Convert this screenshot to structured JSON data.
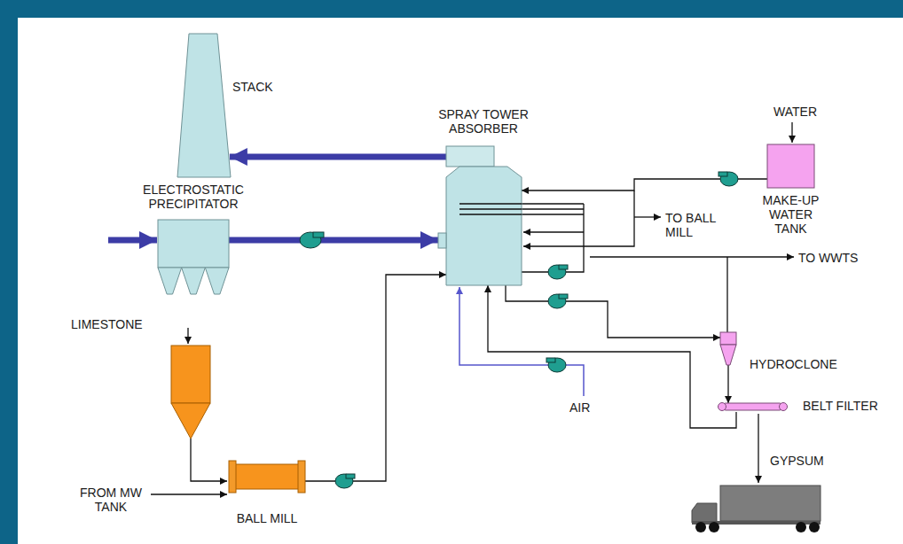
{
  "diagram": {
    "nodes": [
      {
        "text": [
          "STACK"
        ]
      },
      {
        "text": [
          "SPRAY TOWER ABSORBER"
        ]
      },
      {
        "text": [
          "MAKE-UP WATER TANK"
        ]
      },
      {
        "text": [
          "ELECTROSTATIC PRECIPITATOR"
        ]
      },
      {
        "text": [
          "HYDROCLONE"
        ]
      },
      {
        "text": [
          "BELT FILTER"
        ]
      },
      {
        "text": [
          "BALL MILL"
        ]
      }
    ],
    "edges": [
      {
        "from": 1,
        "to": 0,
        "arrow": "to"
      },
      {
        "from": 2,
        "to": 1,
        "arrow": "to"
      },
      {
        "from": 3,
        "to": 1,
        "arrow": "to"
      },
      {
        "from": 1,
        "to": 4,
        "arrow": "to"
      },
      {
        "from": 6,
        "to": 1,
        "arrow": "to"
      },
      {
        "from": 5,
        "to": 1,
        "arrow": "to"
      },
      {
        "from": 4,
        "to": 5,
        "arrow": "to"
      }
    ],
    "labels": [
      "WATER",
      "TO BALL MILL",
      "TO WWTS",
      "LIMESTONE",
      "AIR",
      "GYPSUM",
      "FROM MW TANK"
    ]
  }
}
